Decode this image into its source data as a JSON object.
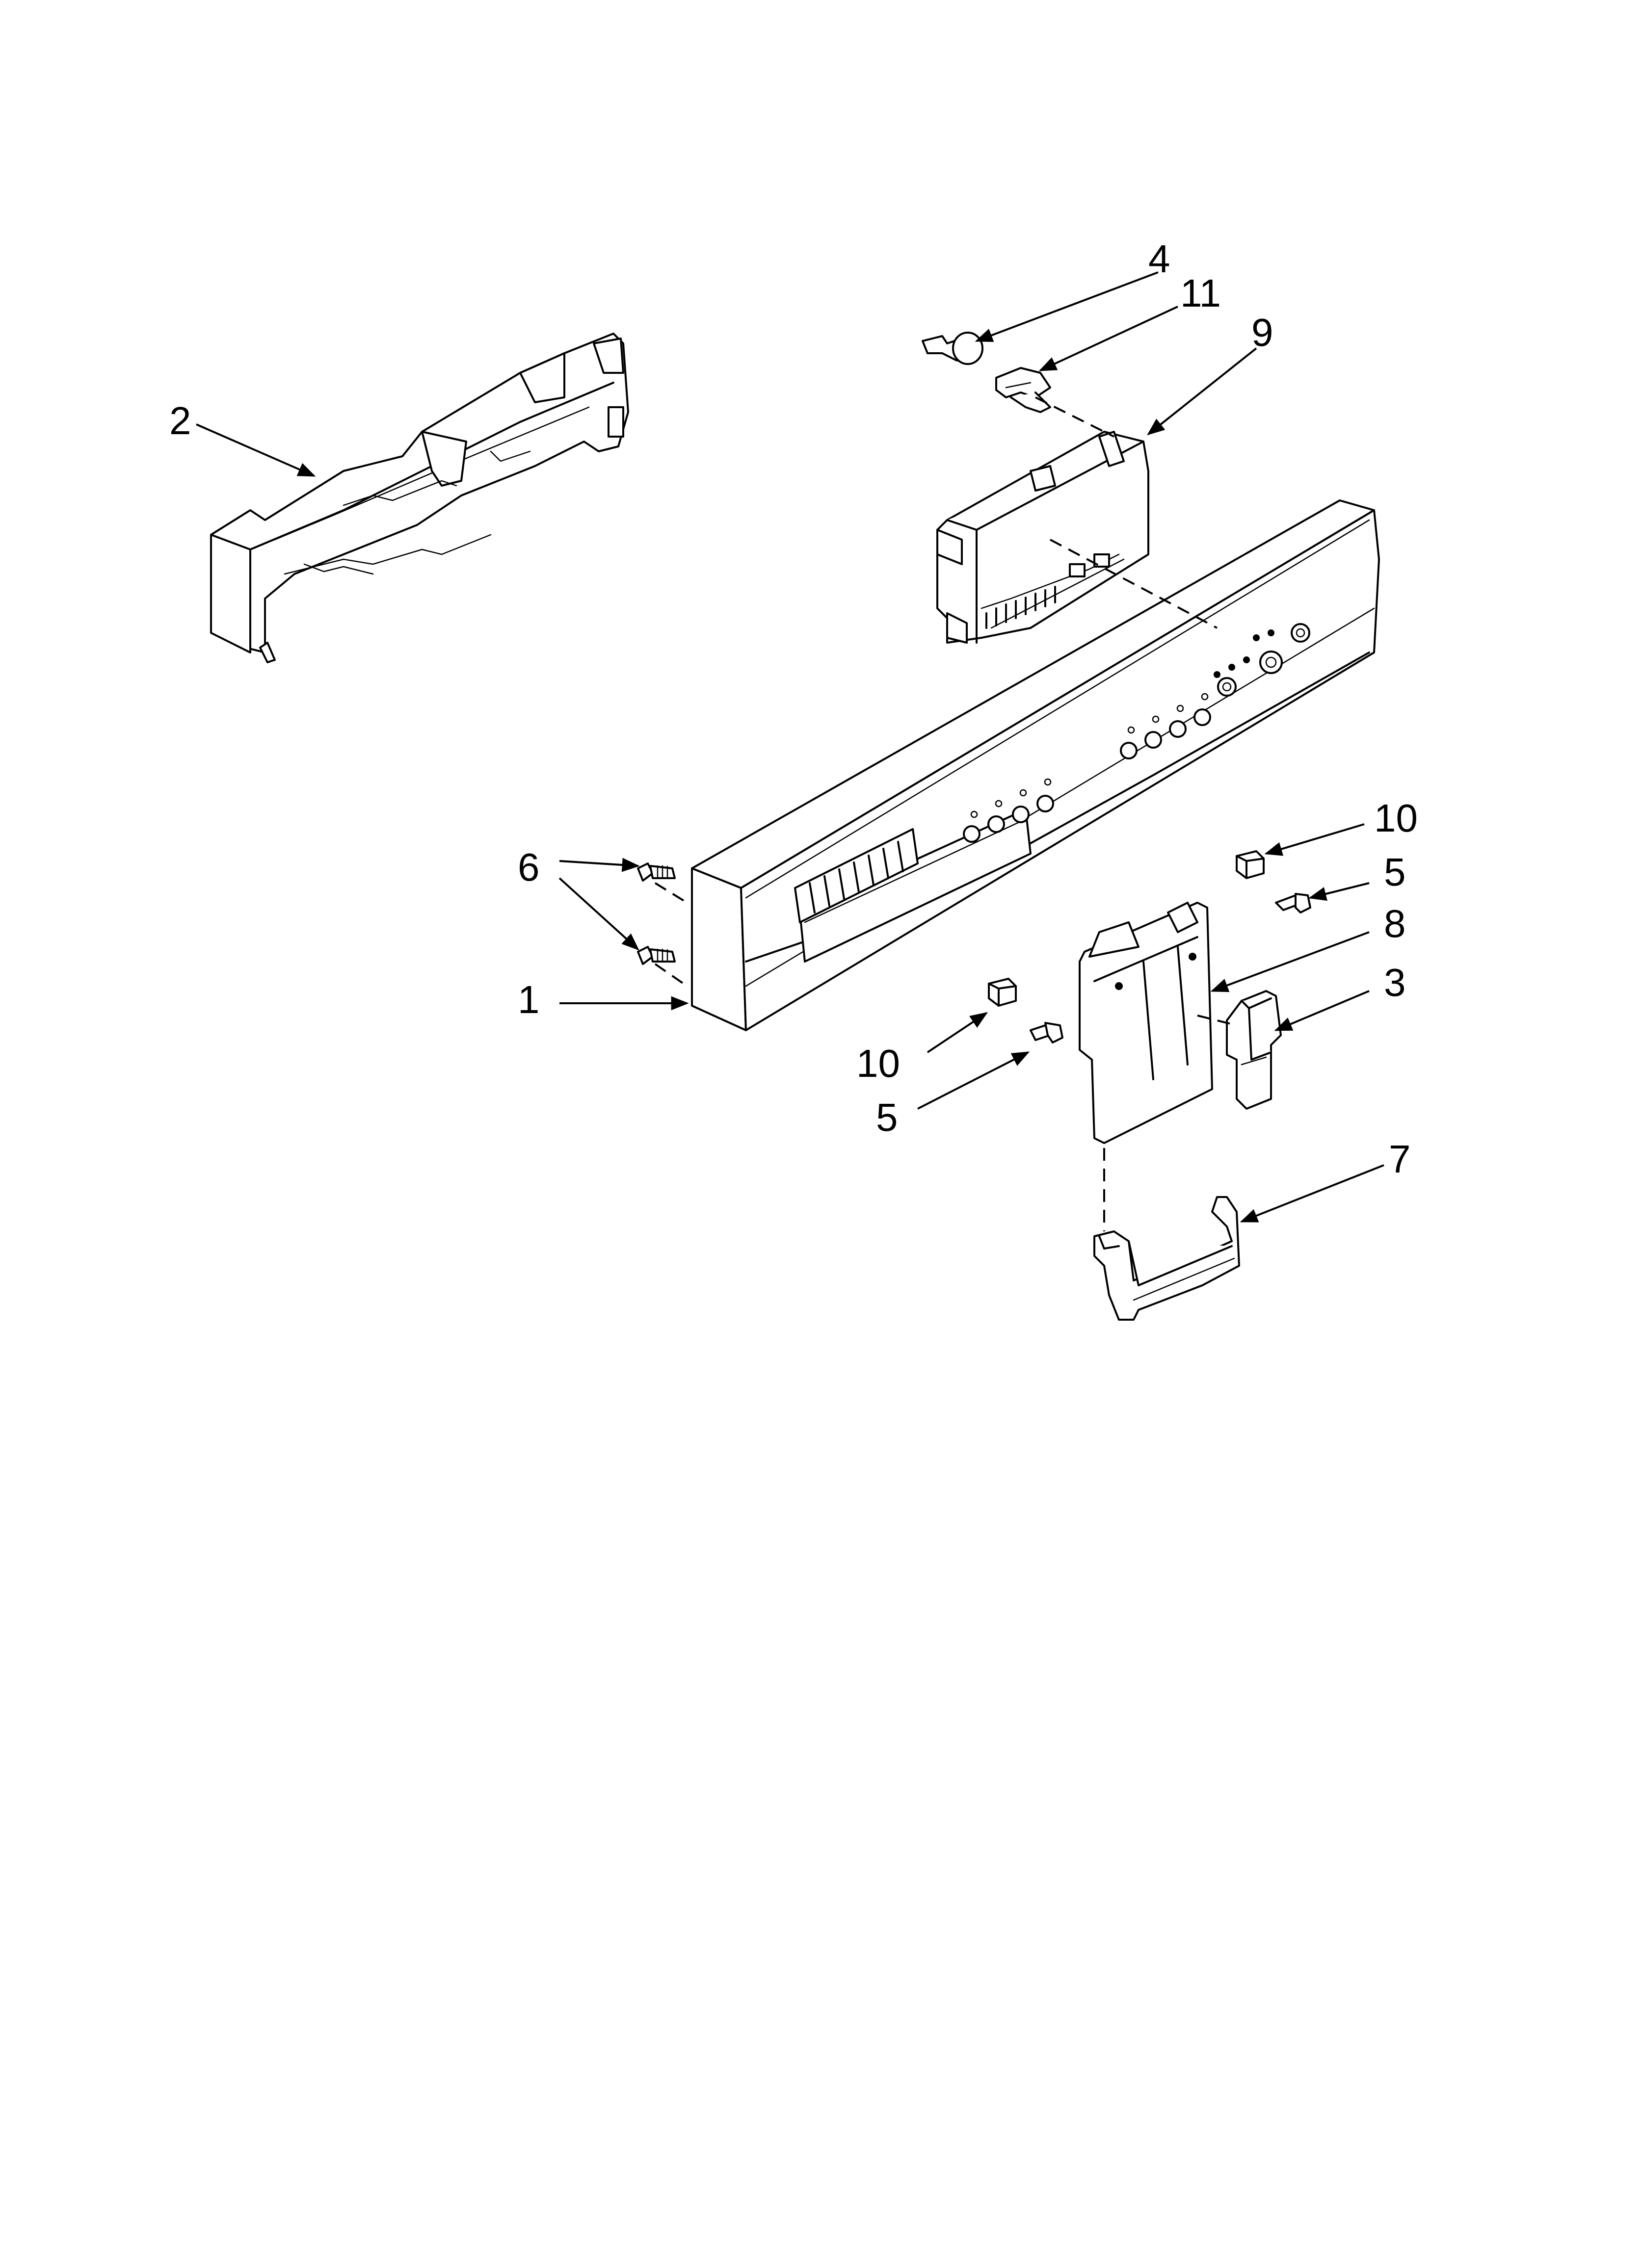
{
  "callouts": {
    "c1": "1",
    "c2": "2",
    "c3": "3",
    "c4": "4",
    "c5a": "5",
    "c5b": "5",
    "c6": "6",
    "c7": "7",
    "c8": "8",
    "c9": "9",
    "c10a": "10",
    "c10b": "10",
    "c11": "11"
  },
  "colors": {
    "line": "#000000",
    "background": "#ffffff"
  }
}
